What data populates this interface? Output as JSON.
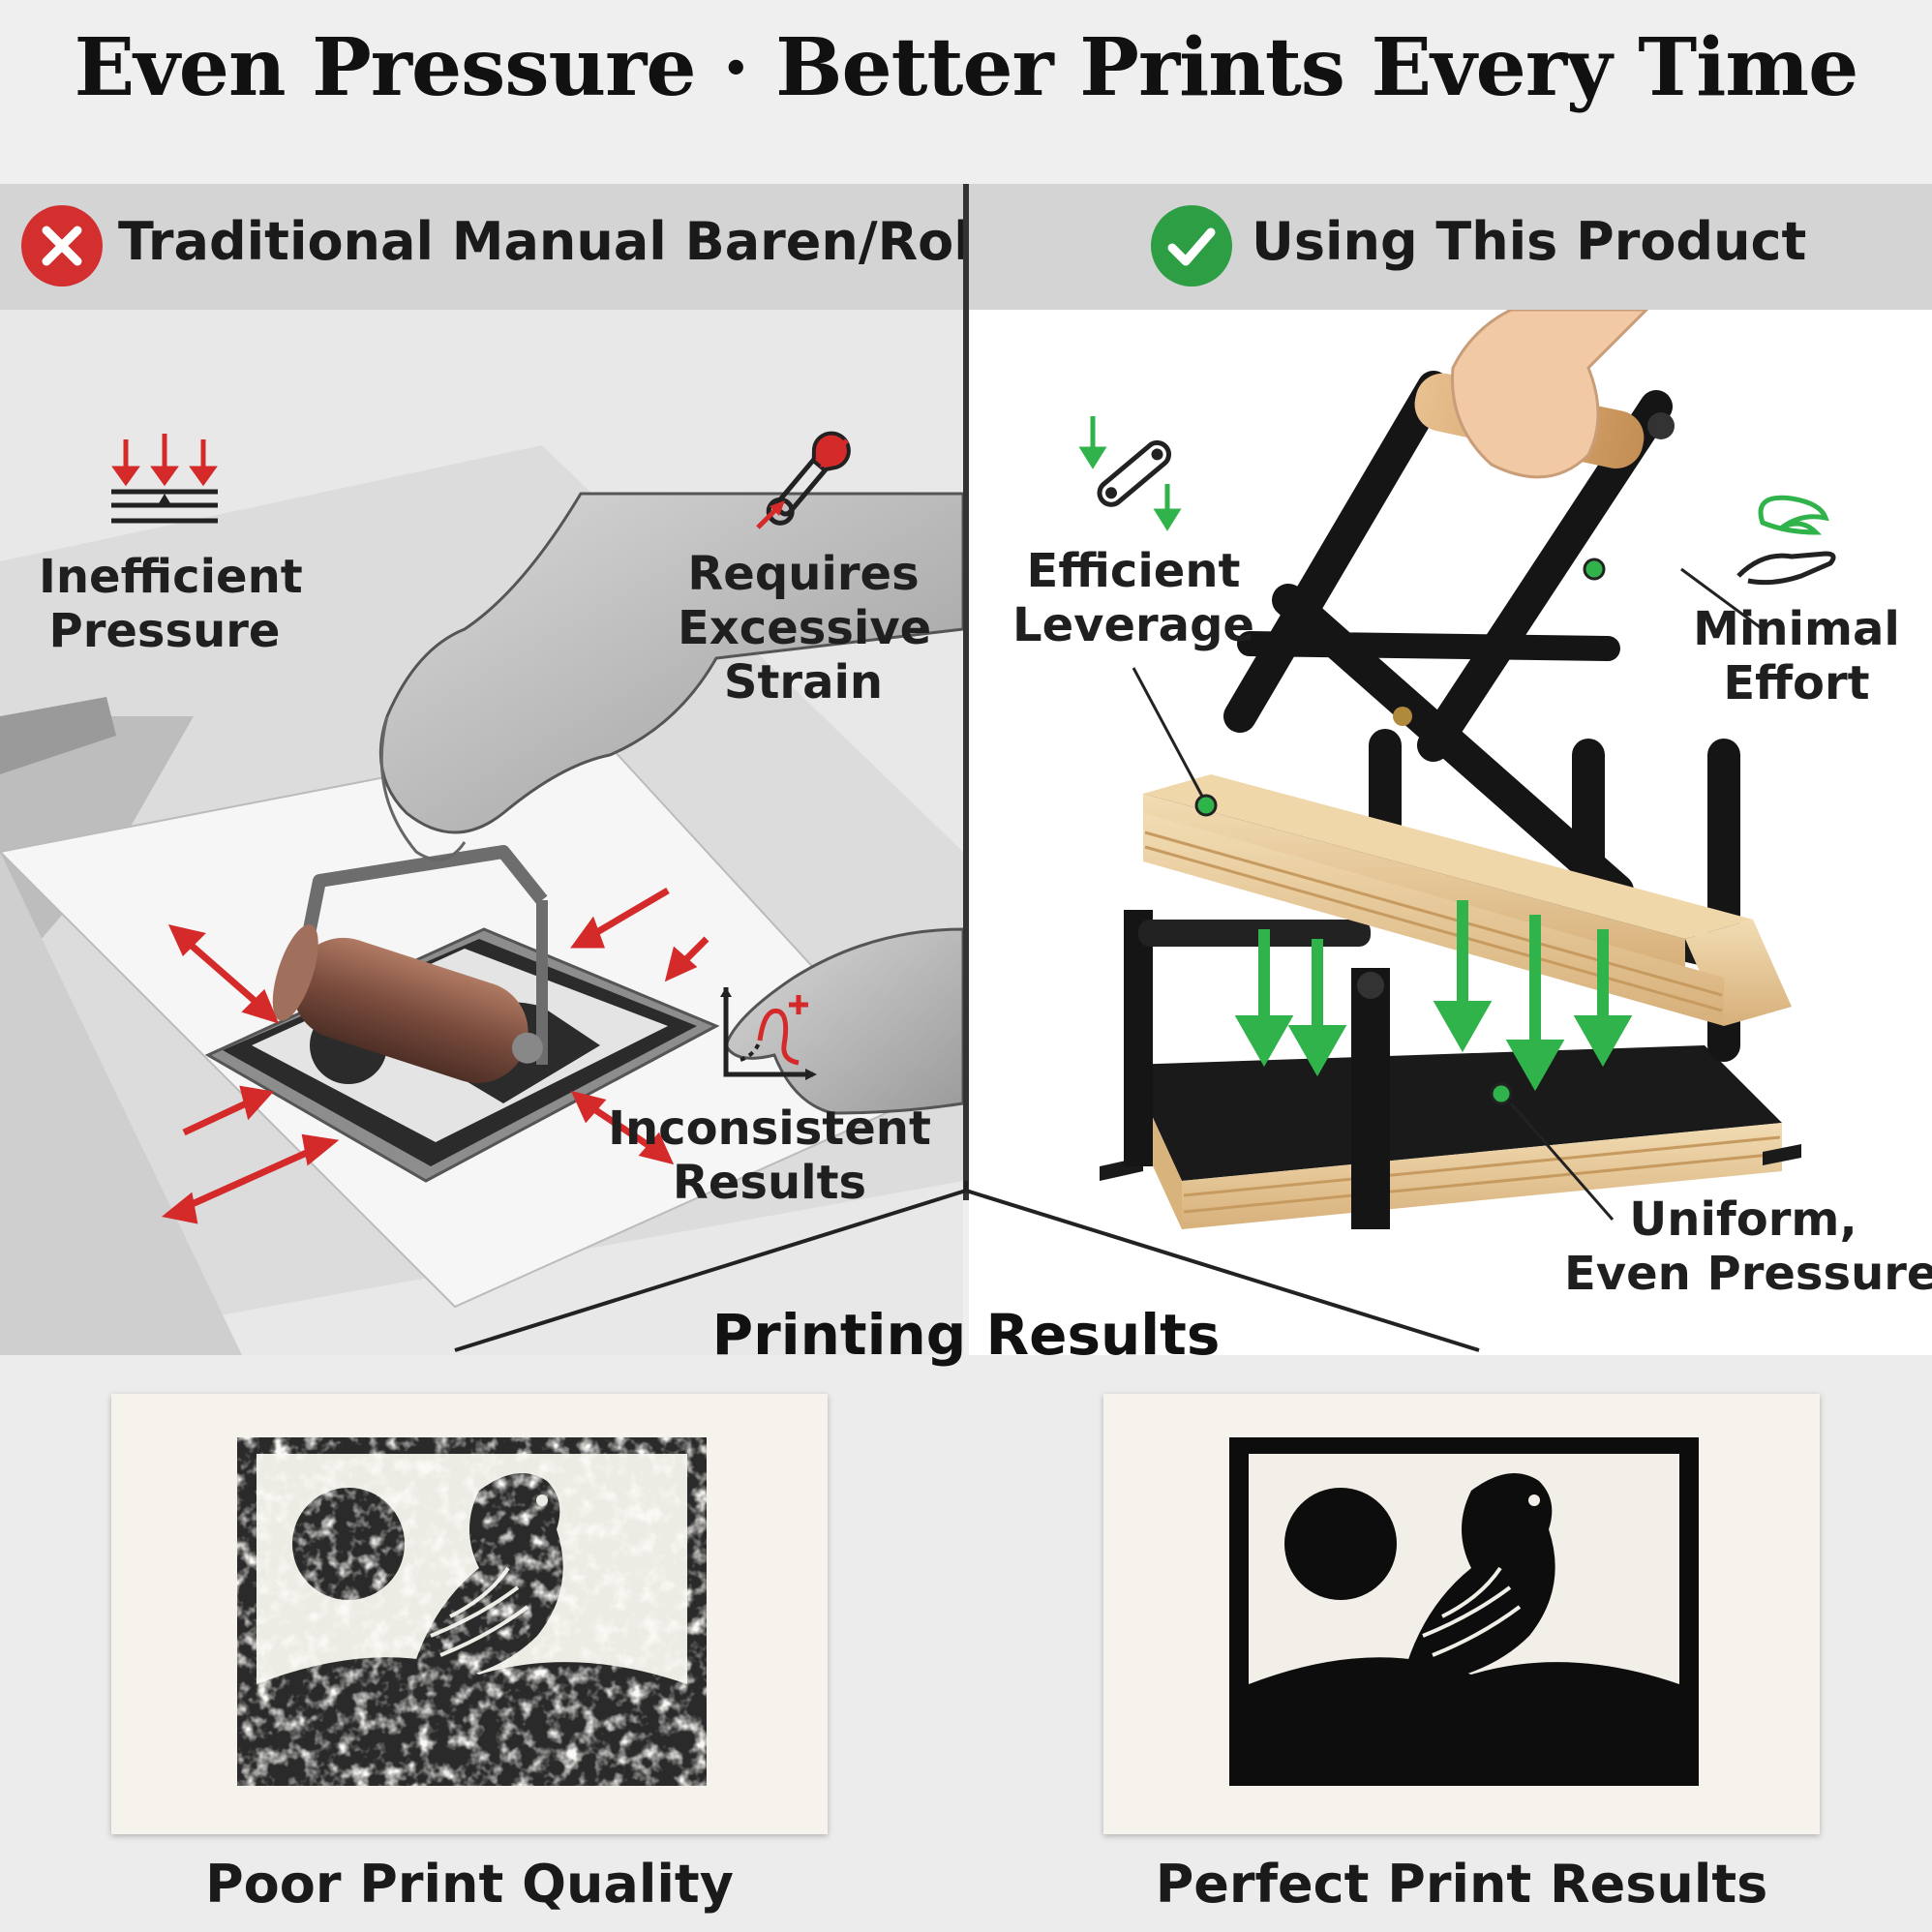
{
  "header": {
    "title": "Even Pressure · Better Prints Every Time"
  },
  "left": {
    "heading": "Traditional Manual Baren/Roller",
    "badge_icon": "x-circle-icon",
    "callouts": {
      "inefficient": [
        "Inefficient",
        "Pressure"
      ],
      "strain": [
        "Requires",
        "Excessive",
        "Strain"
      ],
      "inconsistent": [
        "Inconsistent",
        "Results"
      ]
    }
  },
  "right": {
    "heading": "Using This Product",
    "badge_icon": "check-circle-icon",
    "callouts": {
      "leverage": [
        "Efficient",
        "Leverage"
      ],
      "effort": [
        "Minimal",
        "Effort"
      ],
      "uniform": [
        "Uniform,",
        "Even Pressure"
      ]
    }
  },
  "results": {
    "title": "Printing Results",
    "poor_caption": "Poor Print Quality",
    "perfect_caption": "Perfect Print Results"
  },
  "colors": {
    "bad": "#d32f2f",
    "good": "#2e9e44",
    "arrow_red": "#d42a2a",
    "arrow_green": "#2fb34a"
  }
}
